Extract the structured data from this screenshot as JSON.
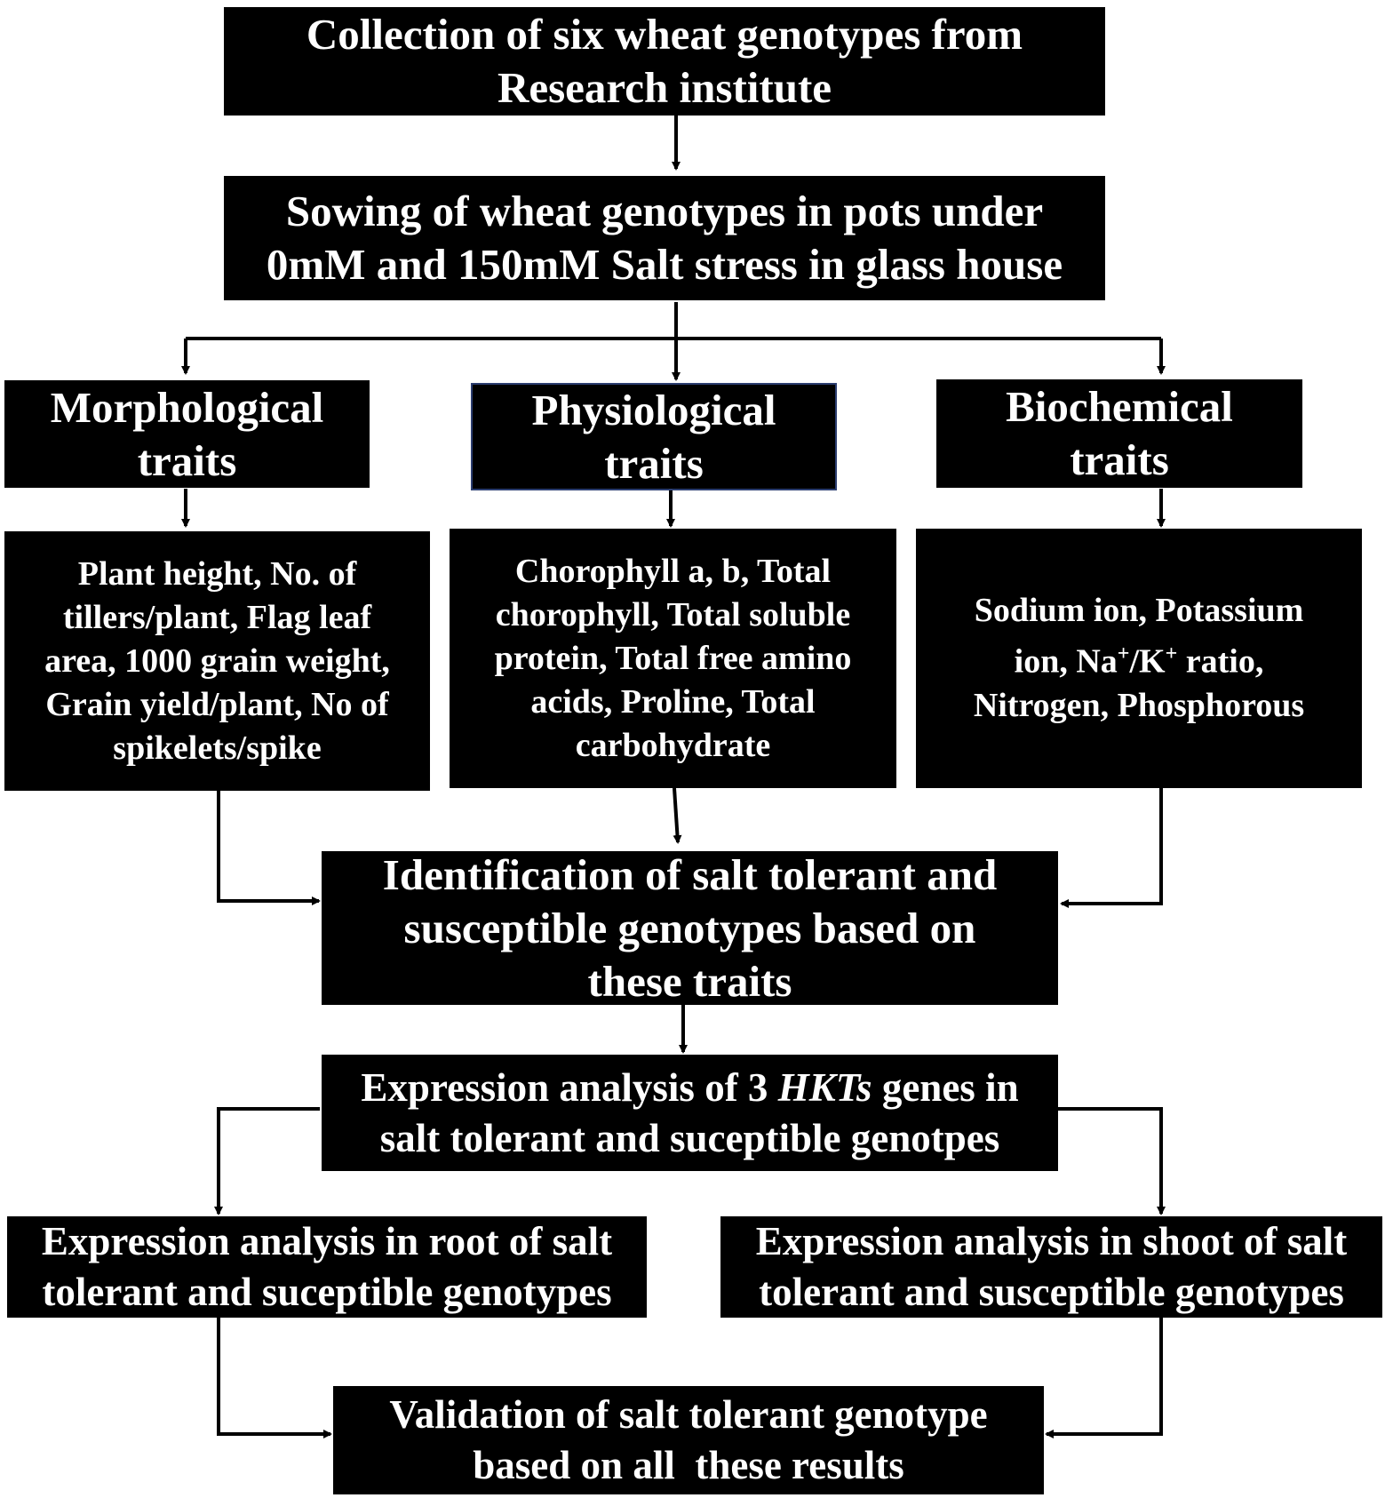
{
  "colors": {
    "box_fill": "#000000",
    "box_text": "#ffffff",
    "connector": "#000000",
    "physio_border": "#2c3e70"
  },
  "boxes": {
    "collection": {
      "lines": [
        "Collection of six wheat genotypes from",
        "Research institute"
      ]
    },
    "sowing": {
      "lines": [
        "Sowing of wheat genotypes in pots under",
        "0mM and 150mM Salt stress in glass house"
      ]
    },
    "morphological": {
      "lines": [
        "Morphological",
        "traits"
      ]
    },
    "physiological": {
      "lines": [
        "Physiological",
        "traits"
      ]
    },
    "biochemical": {
      "lines": [
        "Biochemical",
        "traits"
      ]
    },
    "morph_details": {
      "lines": [
        "Plant height, No. of",
        "tillers/plant, Flag leaf",
        "area, 1000 grain weight,",
        "Grain yield/plant, No of",
        "spikelets/spike"
      ]
    },
    "physio_details": {
      "lines": [
        "Chorophyll a, b, Total",
        "chorophyll, Total soluble",
        "protein, Total free amino",
        "acids, Proline, Total",
        "carbohydrate"
      ]
    },
    "bio_details": {
      "line1": "Sodium ion, Potassium",
      "line2_a": "ion, Na",
      "line2_sup1": "+",
      "line2_b": "/K",
      "line2_sup2": "+",
      "line2_c": " ratio,",
      "line3": "Nitrogen, Phosphorous"
    },
    "identification": {
      "lines": [
        "Identification of salt tolerant and",
        "susceptible genotypes based on",
        "these traits"
      ]
    },
    "expression": {
      "line1_a": "Expression analysis of 3 ",
      "line1_italic": "HKTs",
      "line1_b": " genes in",
      "line2": "salt tolerant and suceptible genotpes"
    },
    "root": {
      "lines": [
        "Expression analysis in root of salt",
        "tolerant and suceptible genotypes"
      ]
    },
    "shoot": {
      "lines": [
        "Expression analysis in shoot of salt",
        "tolerant and susceptible genotypes"
      ]
    },
    "validation": {
      "lines": [
        "Validation of salt tolerant genotype",
        "based on all  these results"
      ]
    }
  }
}
